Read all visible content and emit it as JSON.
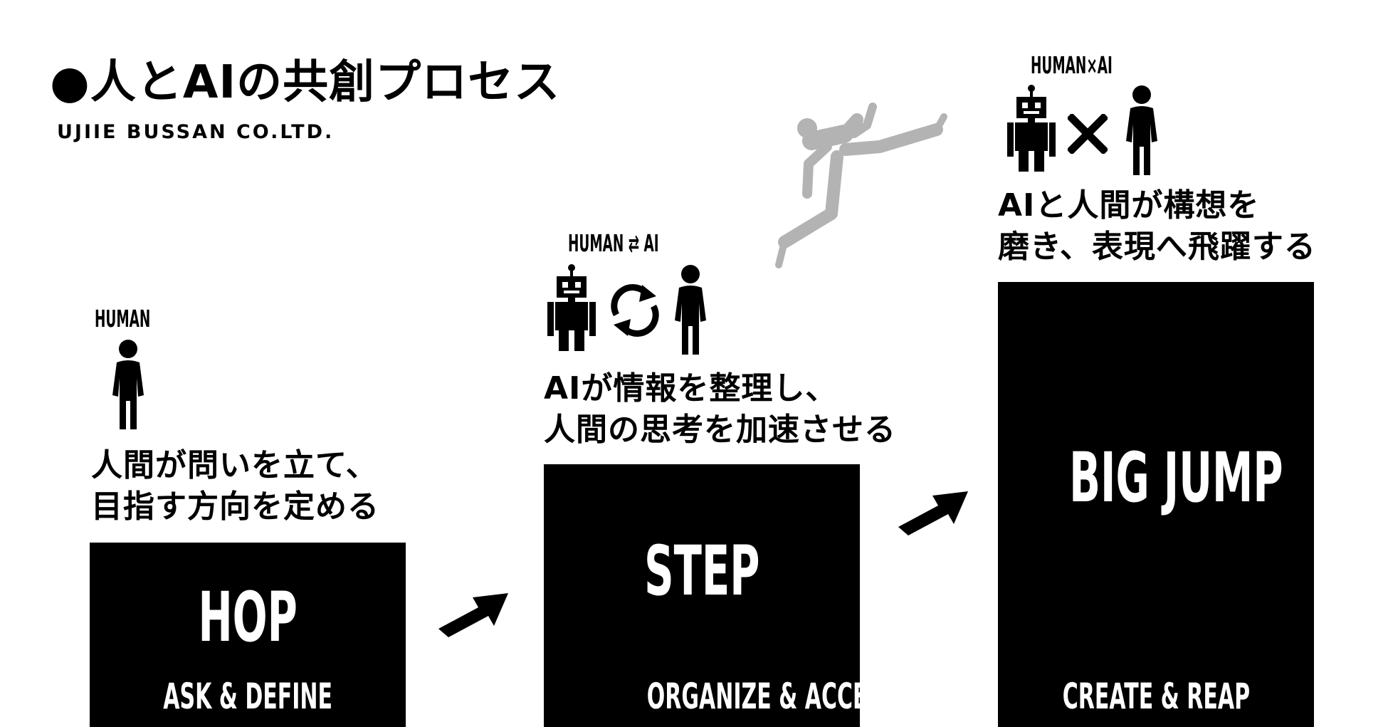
{
  "header": {
    "title": "●人とAIの共創プロセス",
    "company": "UJIIE BUSSAN CO.LTD."
  },
  "stages": [
    {
      "tag": "HUMAN",
      "desc_line1": "人間が問いを立て、",
      "desc_line2": "目指す方向を定める",
      "block_title": "HOP",
      "block_sub": "ASK & DEFINE"
    },
    {
      "tag": "HUMAN ⇄ AI",
      "desc_line1": "AIが情報を整理し、",
      "desc_line2": "人間の思考を加速させる",
      "block_title": "STEP",
      "block_sub": "ORGANIZE & ACCELERATE"
    },
    {
      "tag": "HUMAN×AI",
      "desc_line1": "AIと人間が構想を",
      "desc_line2": "磨き、表現へ飛躍する",
      "block_title": "BIG JUMP",
      "block_sub": "CREATE & REAP"
    }
  ],
  "colors": {
    "block": "#000000",
    "block_text": "#ffffff",
    "jumper": "#b3b3b3"
  },
  "icons": {
    "human": "person-icon",
    "ai": "robot-icon",
    "cycle": "refresh-cycle-icon",
    "times": "multiply-icon",
    "arrow": "diagonal-arrow-icon",
    "jumper": "jumping-figure-icon"
  }
}
